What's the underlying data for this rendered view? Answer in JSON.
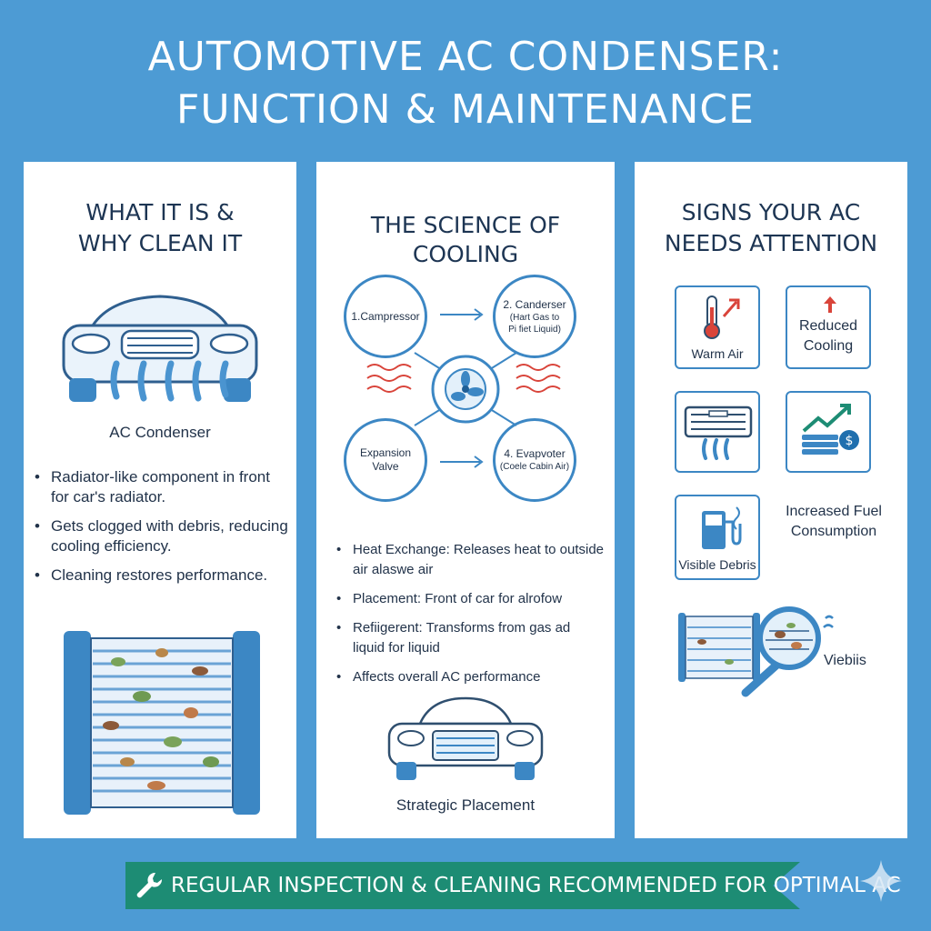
{
  "title": {
    "line1": "AUTOMOTIVE AC CONDENSER:",
    "line2": "FUNCTION & MAINTENANCE"
  },
  "panel1": {
    "heading1": "WHAT IT IS &",
    "heading2": "WHY CLEAN IT",
    "car_caption": "AC Condenser",
    "bullets": [
      "Radiator-like component in front for car's radiator.",
      "Gets clogged with debris, reducing cooling efficiency.",
      "Cleaning restores performance."
    ]
  },
  "panel2": {
    "heading": "THE SCIENCE OF COOLING",
    "node1": "1.Campressor",
    "node2_title": "2. Canderser",
    "node2_sub1": "(Hart Gas to",
    "node2_sub2": "Pi fiet Liquid)",
    "node3_line1": "Expansion",
    "node3_line2": "Valve",
    "node4_title": "4. Evapvoter",
    "node4_sub": "(Coele Cabin Air)",
    "bullets": [
      "Heat Exchange: Releases heat to outside air alaswe air",
      "Placement: Front of car for alrofow",
      "Refiigerent: Transforms from gas ad liquid for liquid",
      "Affects overall AC performance"
    ],
    "car_caption": "Strategic Placement"
  },
  "panel3": {
    "heading1": "SIGNS YOUR AC",
    "heading2": "NEEDS ATTENTION",
    "warm_air": "Warm Air",
    "reduced1": "Reduced",
    "reduced2": "Cooling",
    "fuel1": "Increased Fuel",
    "fuel2": "Consumption",
    "visible_debris": "Visible Debris",
    "viebiis": "Viebiis"
  },
  "banner": {
    "text": "REGULAR INSPECTION & CLEANING RECOMMENDED FOR OPTIMAL AC"
  },
  "colors": {
    "background": "#4d9bd4",
    "accent_blue": "#3c87c4",
    "warning_red": "#d9443a",
    "banner_green": "#1d8c74"
  }
}
